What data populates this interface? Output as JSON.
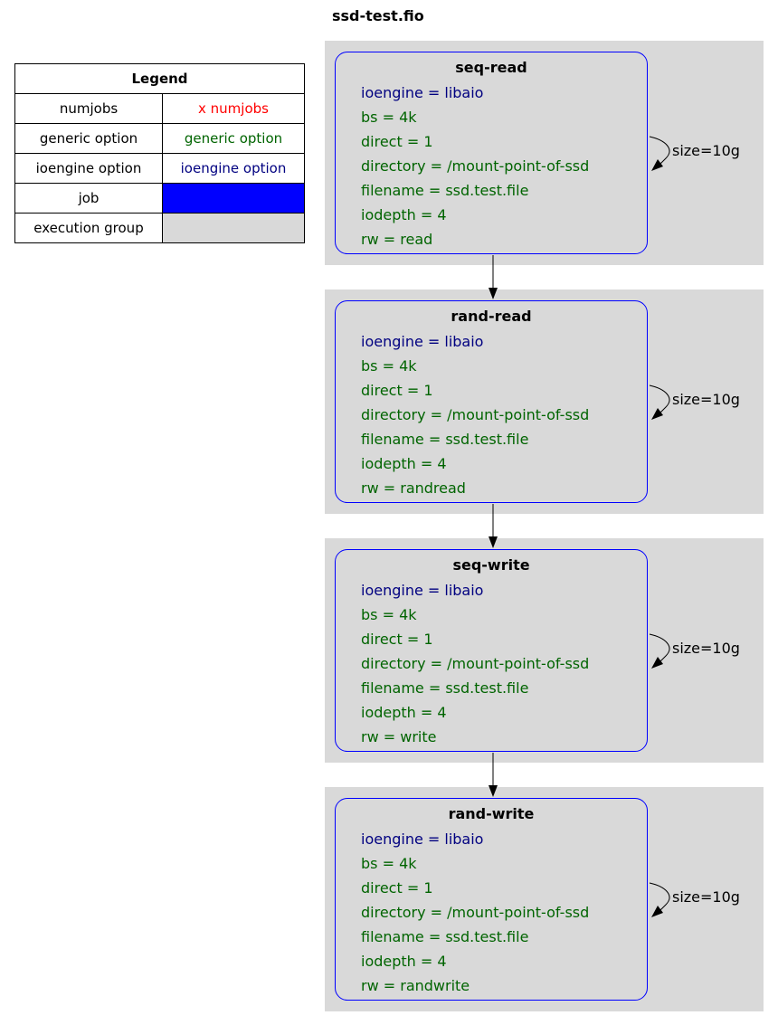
{
  "title": "ssd-test.fio",
  "legend": {
    "heading": "Legend",
    "rows": [
      {
        "label": "numjobs",
        "sample": "x numjobs",
        "color": "#ff0000"
      },
      {
        "label": "generic option",
        "sample": "generic option",
        "color": "#006400"
      },
      {
        "label": "ioengine option",
        "sample": "ioengine option",
        "color": "#000080"
      },
      {
        "label": "job",
        "sample": "",
        "color": "#0000ff"
      },
      {
        "label": "execution group",
        "sample": "",
        "color": "#d9d9d9"
      }
    ]
  },
  "colors": {
    "ioengine_option": "#000080",
    "generic_option": "#006400",
    "job_border": "#0000ff",
    "group_fill": "#d9d9d9"
  },
  "jobs": [
    {
      "name": "seq-read",
      "ioengine": "ioengine = libaio",
      "options": [
        "bs = 4k",
        "direct = 1",
        "directory = /mount-point-of-ssd",
        "filename = ssd.test.file",
        "iodepth = 4",
        "rw = read"
      ],
      "loop_label": "size=10g"
    },
    {
      "name": "rand-read",
      "ioengine": "ioengine = libaio",
      "options": [
        "bs = 4k",
        "direct = 1",
        "directory = /mount-point-of-ssd",
        "filename = ssd.test.file",
        "iodepth = 4",
        "rw = randread"
      ],
      "loop_label": "size=10g"
    },
    {
      "name": "seq-write",
      "ioengine": "ioengine = libaio",
      "options": [
        "bs = 4k",
        "direct = 1",
        "directory = /mount-point-of-ssd",
        "filename = ssd.test.file",
        "iodepth = 4",
        "rw = write"
      ],
      "loop_label": "size=10g"
    },
    {
      "name": "rand-write",
      "ioengine": "ioengine = libaio",
      "options": [
        "bs = 4k",
        "direct = 1",
        "directory = /mount-point-of-ssd",
        "filename = ssd.test.file",
        "iodepth = 4",
        "rw = randwrite"
      ],
      "loop_label": "size=10g"
    }
  ]
}
